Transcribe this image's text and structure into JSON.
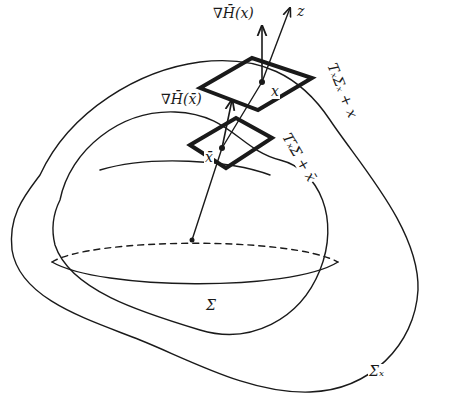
{
  "diagram": {
    "labels": [
      "∇H̄(x)",
      "z",
      "∇H̄(x̄)",
      "x",
      "x̄",
      "TₓΣₓ + x",
      "Tₓ̄Σ + x̄",
      "Σ",
      "Σₓ"
    ]
  }
}
